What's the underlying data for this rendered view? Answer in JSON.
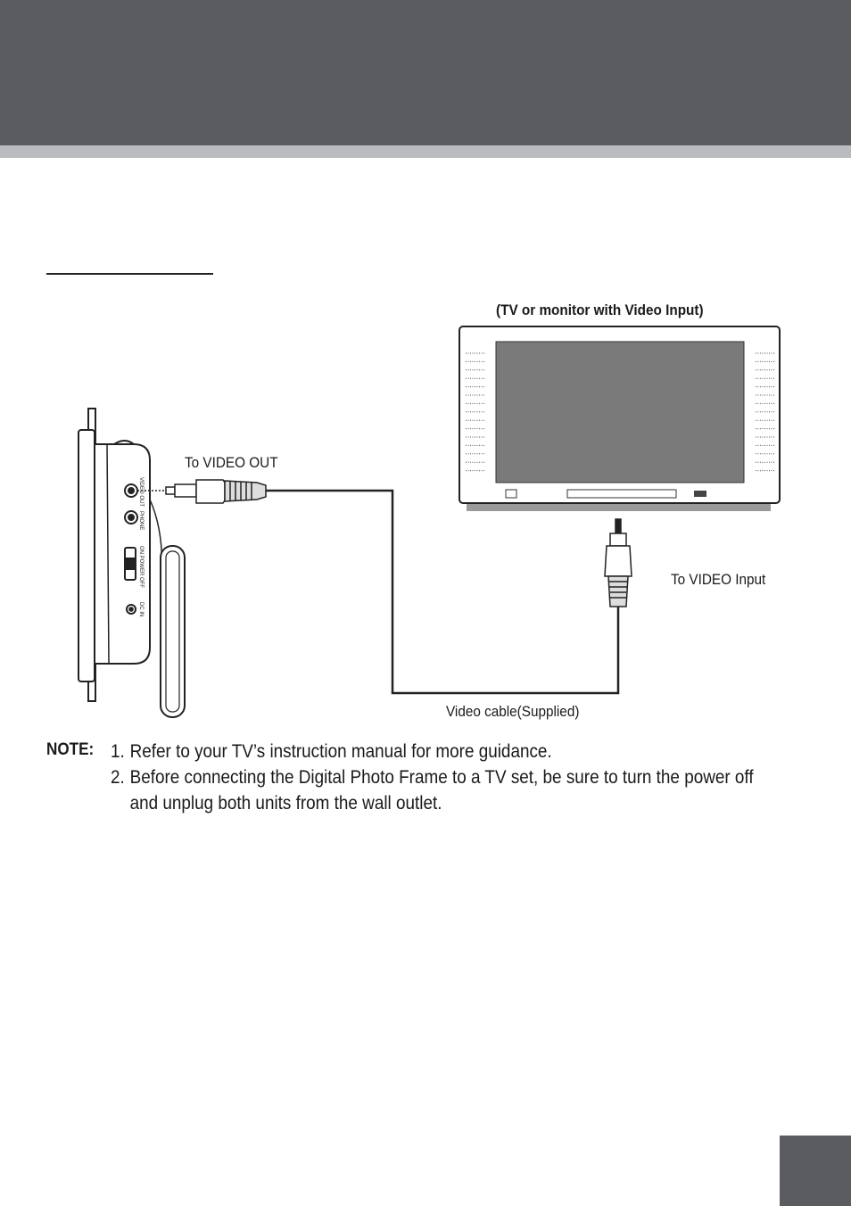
{
  "labels": {
    "tv_title": "(TV or monitor with Video Input)",
    "to_video_out": "To VIDEO OUT",
    "to_video_input": "To VIDEO Input",
    "video_cable": "Video cable(Supplied)"
  },
  "device_jacks": {
    "video_out": "VIDEO OUT",
    "phone": "PHONE",
    "power": "ON POWER OFF",
    "dc_in": "DC IN"
  },
  "note": {
    "label": "NOTE:",
    "items": [
      {
        "num": "1.",
        "text": "Refer to your TV’s instruction manual for more guidance."
      },
      {
        "num": "2.",
        "text": "Before connecting the Digital Photo Frame to a TV set, be sure to turn the power off and unplug both units from the wall outlet."
      }
    ]
  },
  "colors": {
    "header": "#5a5c60",
    "stripe": "#b9bbbe",
    "screen": "#7a7a7a"
  }
}
